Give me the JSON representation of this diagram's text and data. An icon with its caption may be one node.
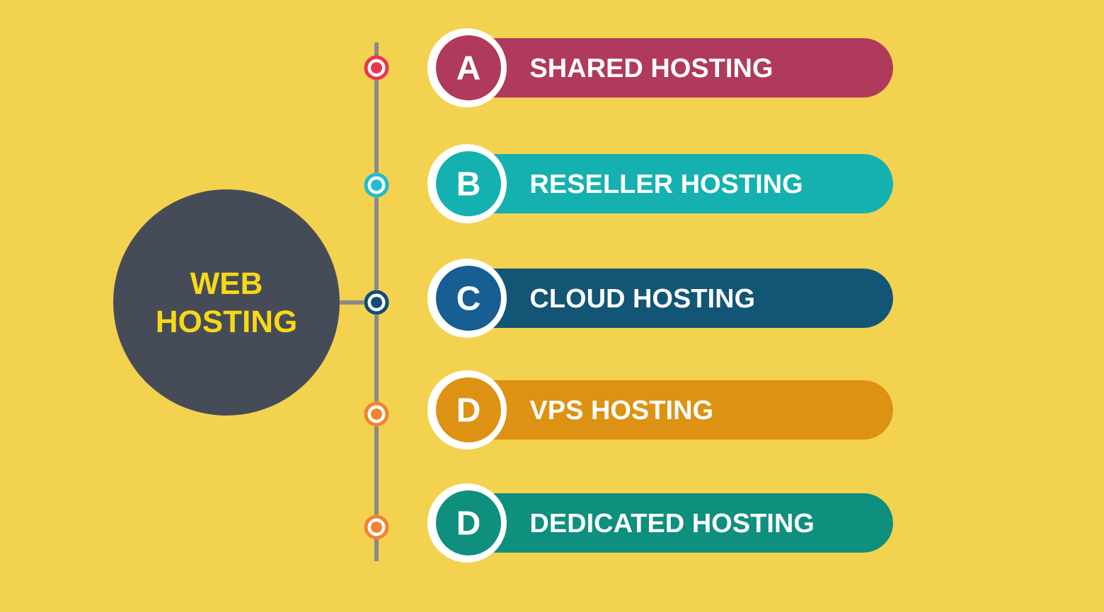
{
  "diagram": {
    "nodes": [
      {
        "text": [
          "WEB HOSTING"
        ]
      },
      {
        "text": [],
        "shape": "circle"
      },
      {
        "text": [],
        "shape": "circle"
      },
      {
        "text": [],
        "shape": "circle"
      },
      {
        "text": [],
        "shape": "circle"
      },
      {
        "text": [],
        "shape": "circle"
      },
      {
        "text": [
          "A",
          "SHARED HOSTING"
        ]
      },
      {
        "text": [
          "B",
          "RESELLER HOSTING"
        ]
      },
      {
        "text": [
          "C",
          "CLOUD HOSTING"
        ]
      },
      {
        "text": [
          "D",
          "VPS HOSTING"
        ]
      },
      {
        "text": [
          "D",
          "DEDICATED HOSTING"
        ]
      }
    ],
    "edges": [
      {
        "from": 0,
        "to": 3,
        "arrow": "none"
      },
      {
        "from": 1,
        "to": 2,
        "arrow": "none"
      },
      {
        "from": 2,
        "to": 3,
        "arrow": "none"
      },
      {
        "from": 3,
        "to": 4,
        "arrow": "none"
      },
      {
        "from": 4,
        "to": 5,
        "arrow": "none"
      }
    ]
  }
}
